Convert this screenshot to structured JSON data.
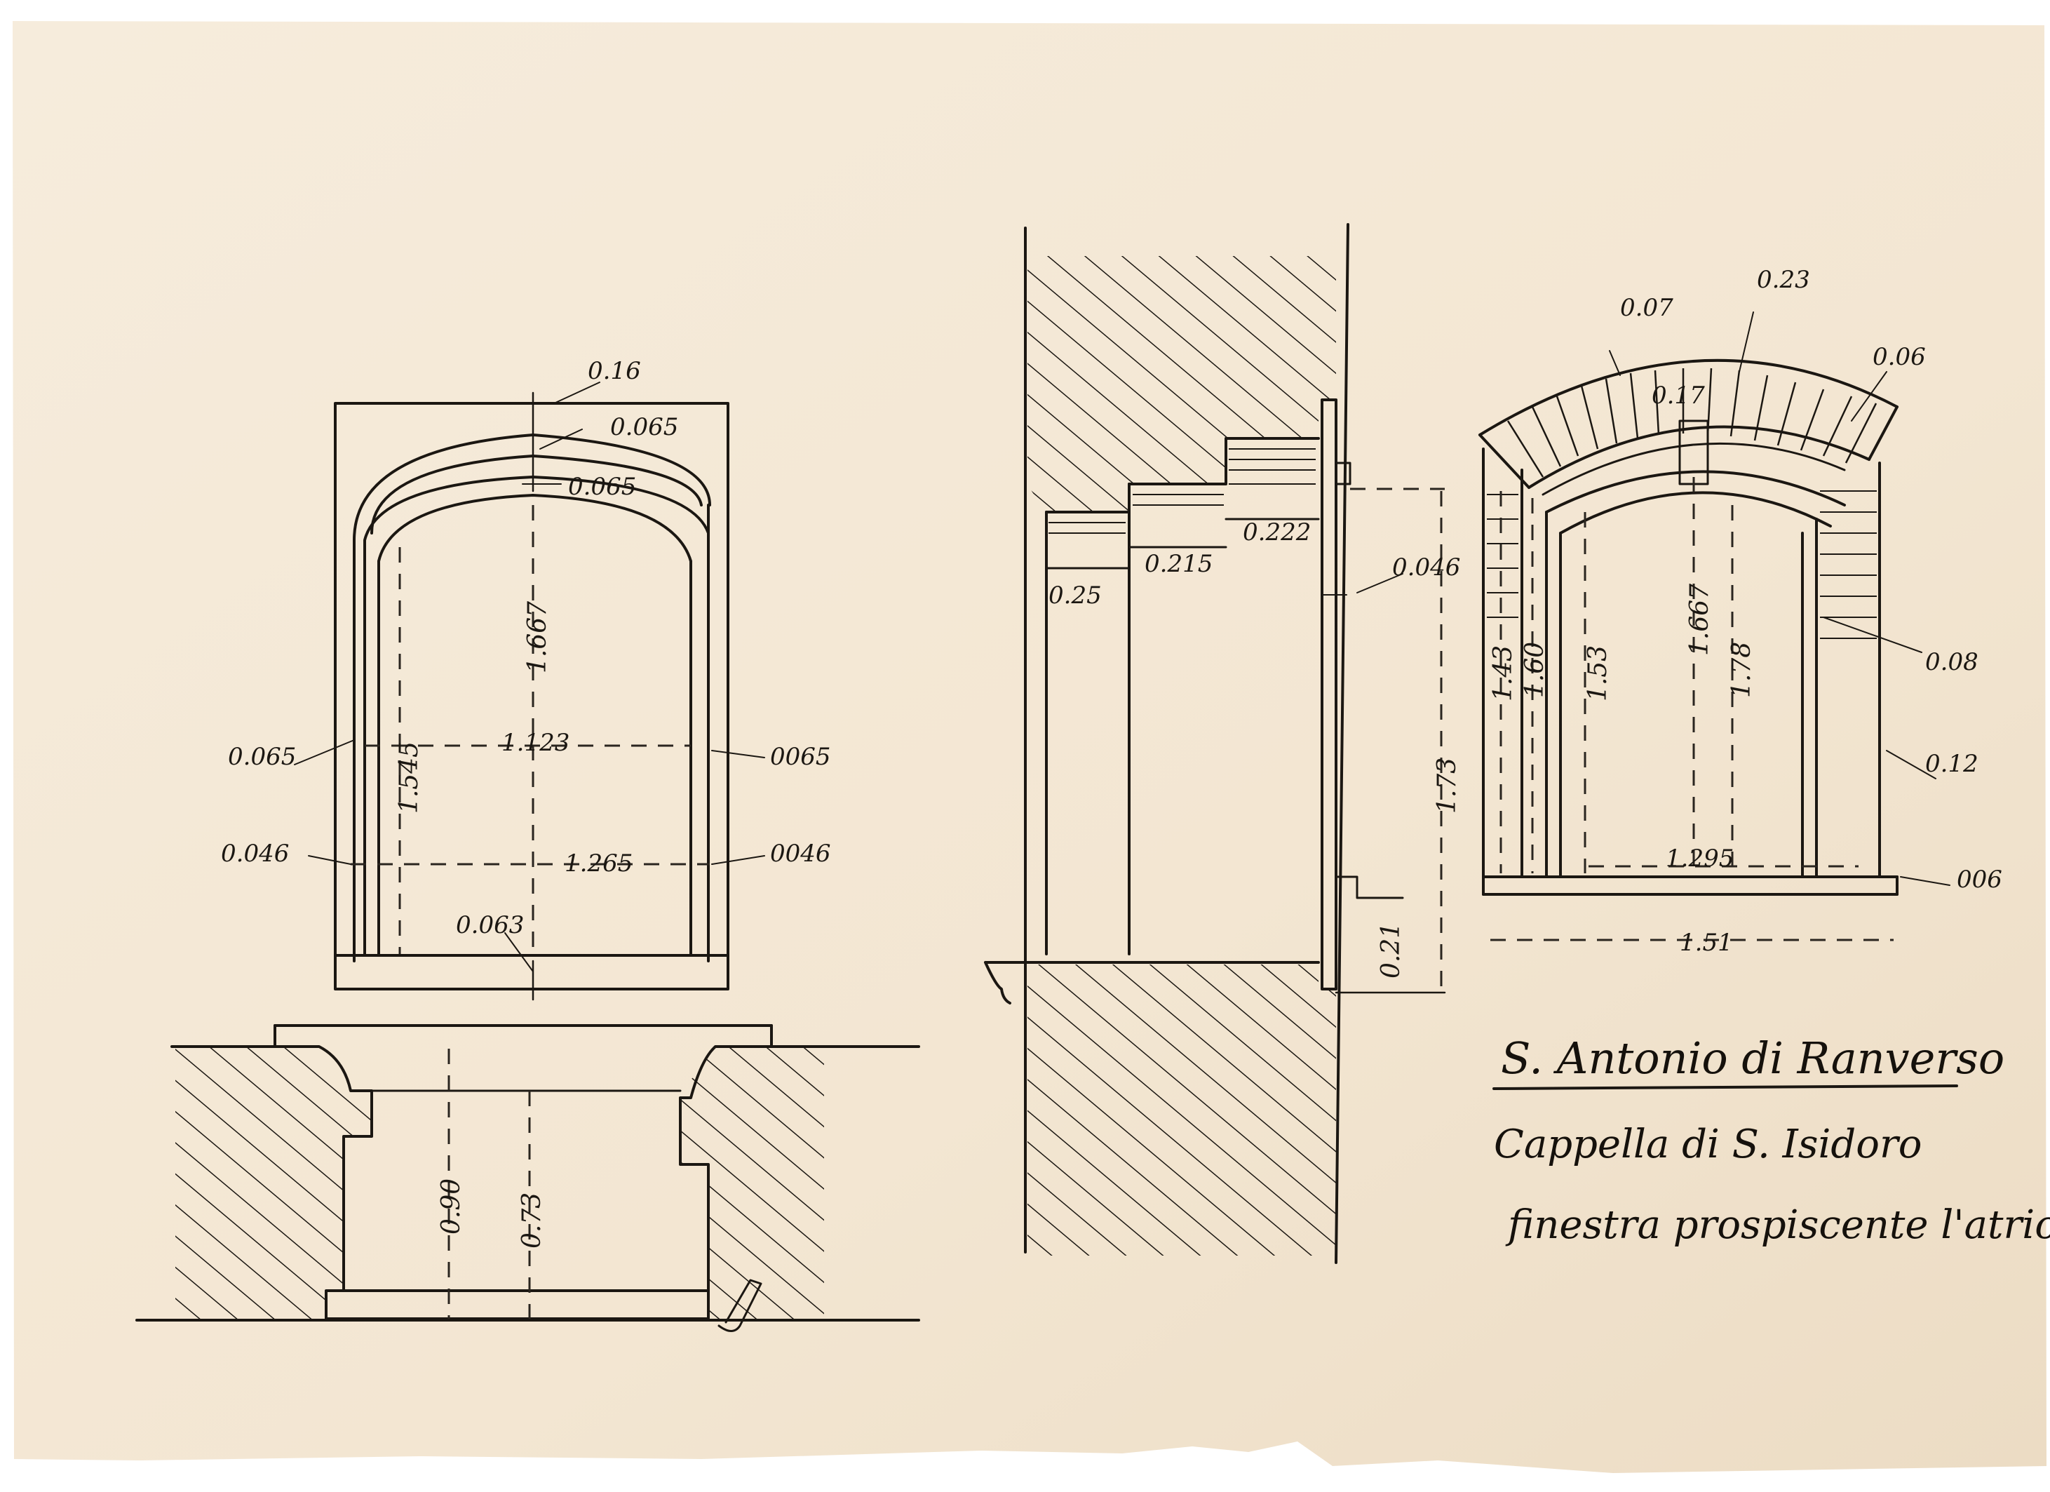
{
  "colors": {
    "paper": "#f4e9d8",
    "ink": "#1b1712",
    "background": "#ffffff"
  },
  "title": {
    "line1": "S. Antonio di Ranverso",
    "line2": "Cappella di S. Isidoro",
    "line3": "finestra prospiscente l'atrio"
  },
  "elevation": {
    "top_width": "0.16",
    "arch_band_1": "0.065",
    "arch_band_2": "0.065",
    "height_total": "1.667",
    "height_side": "1.545",
    "width_inner": "1.123",
    "width_outer": "1.265",
    "jamb_left": "0.065",
    "jamb_right": "0065",
    "reveal_left": "0.046",
    "reveal_right": "0046",
    "sill": "0.063"
  },
  "plan": {
    "depth_1": "0.90",
    "depth_2": "0.73"
  },
  "section": {
    "step_1": "0.25",
    "step_2": "0.215",
    "step_3": "0.222",
    "frame": "0.046",
    "height": "1.73",
    "sill": "0.21"
  },
  "detail": {
    "arch_top": "0.07",
    "keystone": "0.23",
    "arch_right": "0.06",
    "arch_mid": "0.17",
    "h1": "1.43",
    "h2": "1.60",
    "h3": "1.53",
    "h4": "1.667",
    "h5": "1.78",
    "side_1": "0.08",
    "side_2": "0.12",
    "width_inner": "1.295",
    "width_base": "1.51",
    "base_thickness": "006"
  }
}
